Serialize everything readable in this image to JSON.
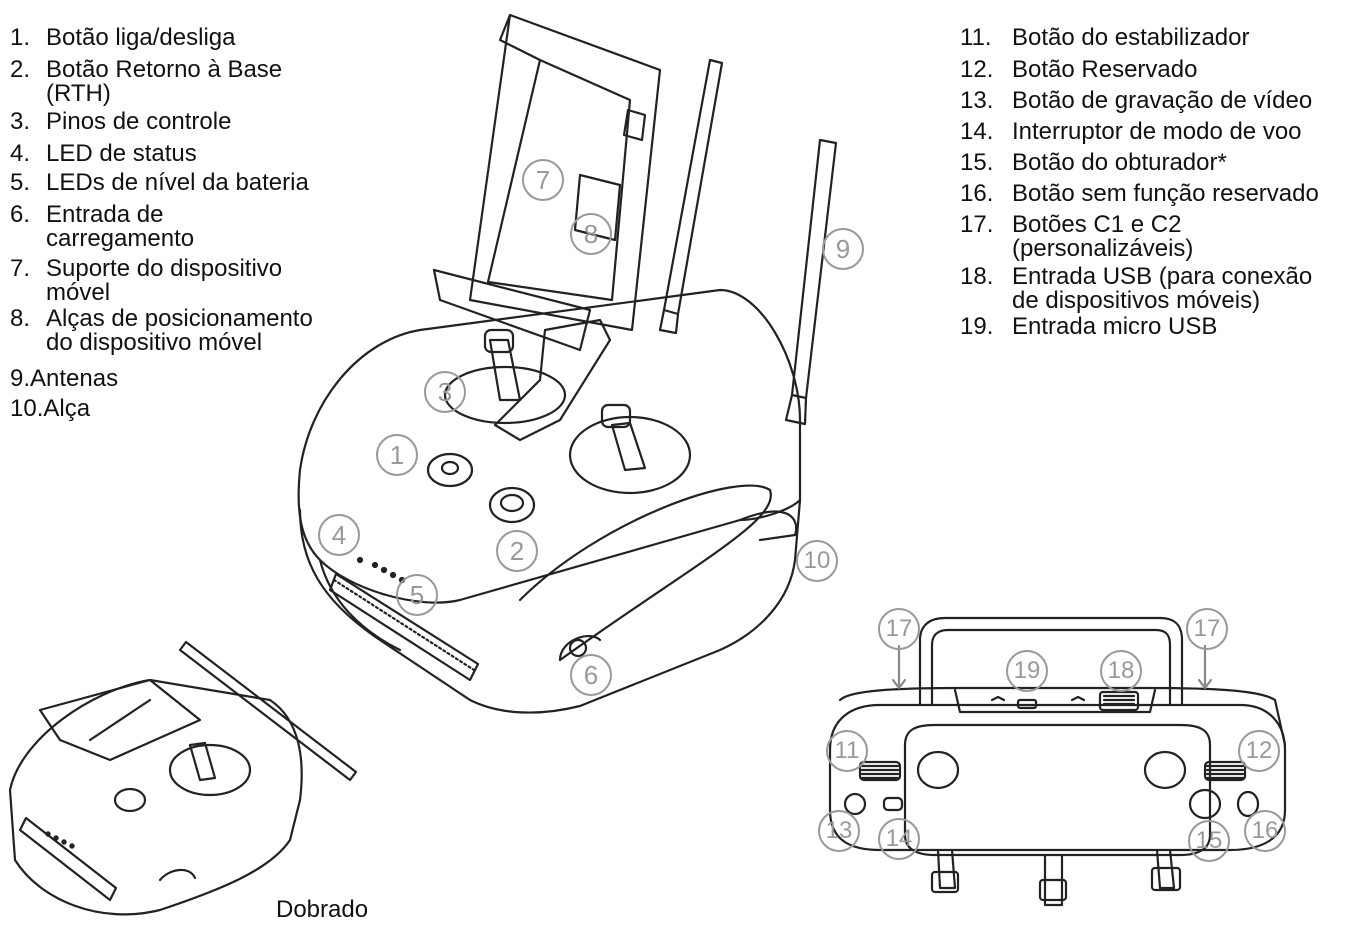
{
  "left_list": [
    {
      "num": "1.",
      "text": "Botão liga/desliga"
    },
    {
      "num": "2.",
      "text": "Botão Retorno à Base (RTH)"
    },
    {
      "num": "3.",
      "text": "Pinos de controle"
    },
    {
      "num": "4.",
      "text": "LED de status"
    },
    {
      "num": "5.",
      "text": "LEDs de nível da bateria"
    },
    {
      "num": "6.",
      "text": "Entrada de carregamento"
    },
    {
      "num": "7.",
      "text": "Suporte do dispositivo móvel"
    },
    {
      "num": "8.",
      "text": "Alças de posicionamento do dispositivo móvel"
    },
    {
      "num": "9.",
      "text": "Antenas"
    },
    {
      "num": "10.",
      "text": "Alça"
    }
  ],
  "right_list": [
    {
      "num": "11.",
      "text": "Botão do estabilizador"
    },
    {
      "num": "12.",
      "text": "Botão Reservado"
    },
    {
      "num": "13.",
      "text": "Botão de gravação de vídeo"
    },
    {
      "num": "14.",
      "text": "Interruptor de modo de voo"
    },
    {
      "num": "15.",
      "text": "Botão do obturador*"
    },
    {
      "num": "16.",
      "text": "Botão sem função reservado"
    },
    {
      "num": "17.",
      "text": "Botões C1 e C2 (personalizáveis)"
    },
    {
      "num": "18.",
      "text": "Entrada USB (para conexão de dispositivos móveis)"
    },
    {
      "num": "19.",
      "text": "Entrada micro USB"
    }
  ],
  "callouts": [
    "1",
    "2",
    "3",
    "4",
    "5",
    "6",
    "7",
    "8",
    "9",
    "10",
    "11",
    "12",
    "13",
    "14",
    "15",
    "16",
    "17",
    "17",
    "18",
    "19"
  ],
  "caption_folded": "Dobrado",
  "colors": {
    "line": "#222222",
    "callout": "#999999",
    "background": "#ffffff"
  }
}
